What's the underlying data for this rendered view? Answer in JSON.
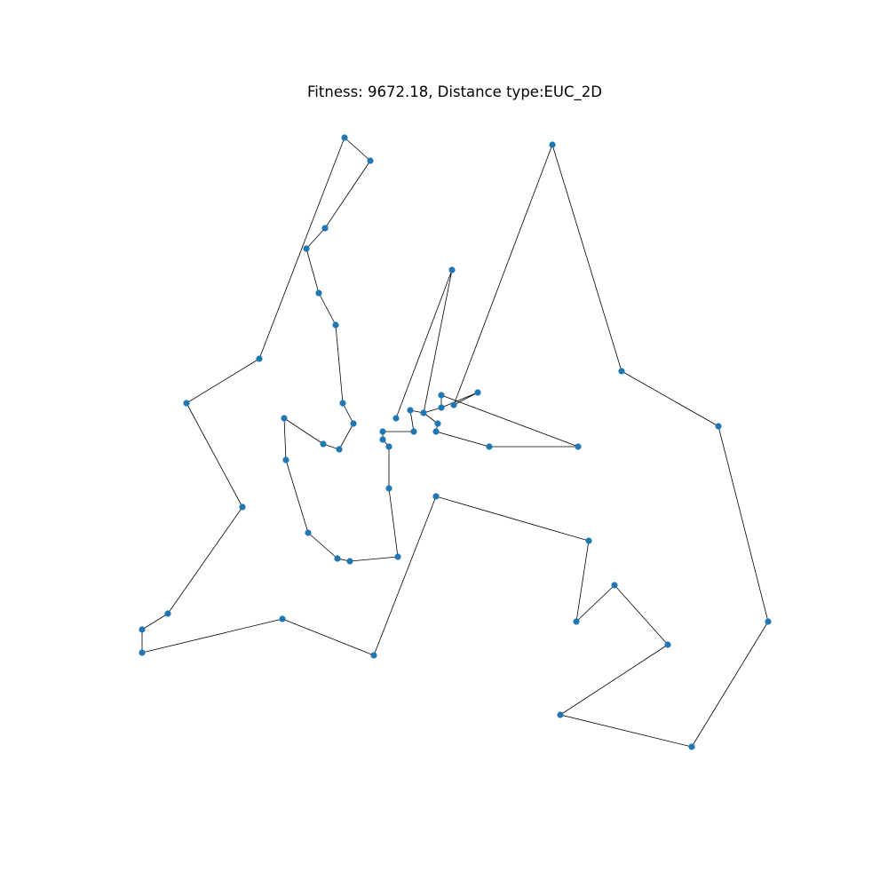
{
  "chart_data": {
    "type": "scatter",
    "title": "Fitness: 9672.18, Distance type:EUC_2D",
    "xlabel": "",
    "ylabel": "",
    "axes_visible": false,
    "grid": false,
    "node_color": "#1f77b4",
    "edge_color": "#000000",
    "tour": [
      [
        388,
        155
      ],
      [
        417,
        181
      ],
      [
        366,
        257
      ],
      [
        345,
        280
      ],
      [
        359,
        330
      ],
      [
        378,
        366
      ],
      [
        386,
        454
      ],
      [
        398,
        477
      ],
      [
        382,
        506
      ],
      [
        364,
        500
      ],
      [
        320,
        471
      ],
      [
        322,
        518
      ],
      [
        347,
        600
      ],
      [
        380,
        629
      ],
      [
        394,
        632
      ],
      [
        448,
        627
      ],
      [
        438,
        550
      ],
      [
        438,
        503
      ],
      [
        431,
        495
      ],
      [
        431,
        486
      ],
      [
        466,
        486
      ],
      [
        462,
        462
      ],
      [
        477,
        465
      ],
      [
        497,
        459
      ],
      [
        538,
        442
      ],
      [
        511,
        456
      ],
      [
        622,
        163
      ],
      [
        700,
        418
      ],
      [
        809,
        480
      ],
      [
        865,
        700
      ],
      [
        779,
        841
      ],
      [
        631,
        805
      ],
      [
        752,
        726
      ],
      [
        692,
        659
      ],
      [
        649,
        700
      ],
      [
        663,
        609
      ],
      [
        491,
        559
      ],
      [
        421,
        738
      ],
      [
        318,
        697
      ],
      [
        160,
        735
      ],
      [
        160,
        709
      ],
      [
        189,
        691
      ],
      [
        273,
        571
      ],
      [
        210,
        454
      ],
      [
        292,
        404
      ],
      [
        388,
        155
      ]
    ],
    "extra_path": [
      [
        446,
        471
      ],
      [
        509,
        304
      ],
      [
        477,
        465
      ],
      [
        493,
        477
      ],
      [
        491,
        486
      ],
      [
        551,
        503
      ],
      [
        651,
        503
      ],
      [
        497,
        445
      ],
      [
        497,
        459
      ]
    ]
  }
}
